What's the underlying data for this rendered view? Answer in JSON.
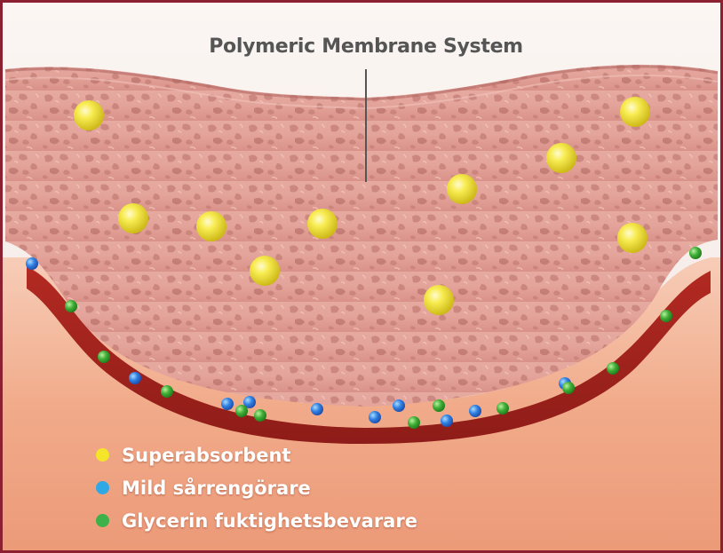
{
  "title": "Polymeric Membrane System",
  "legend": [
    {
      "label": "Superabsorbent",
      "color": "#f5e52a"
    },
    {
      "label": "Mild sårrengörare",
      "color": "#2fa8e6"
    },
    {
      "label": "Glycerin fuktighetsbevarare",
      "color": "#3db14a"
    }
  ],
  "colors": {
    "membrane": "#e8a8a0",
    "skin_top": "#f6dcd0",
    "wound_bed": "#c43a2c",
    "border": "#8a2030"
  }
}
